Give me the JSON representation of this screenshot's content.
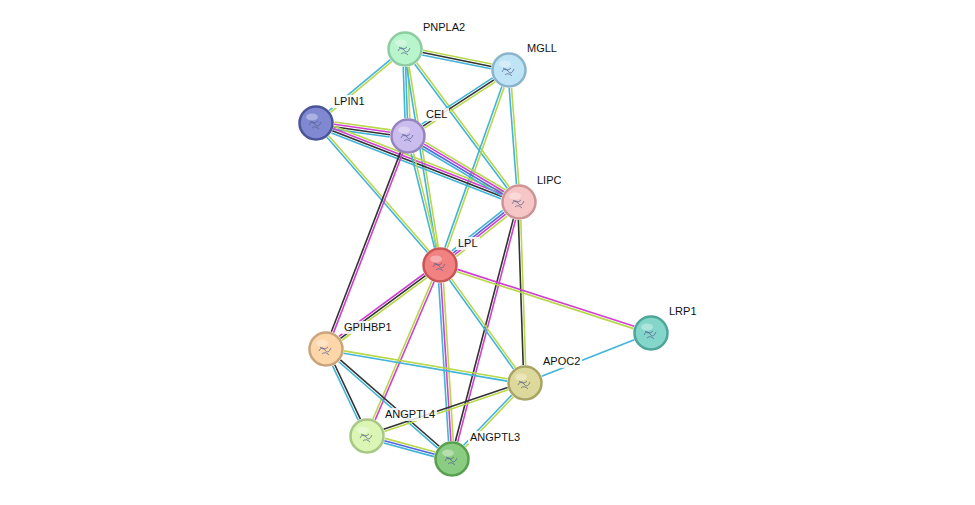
{
  "diagram": {
    "nodes": [
      {
        "text": [
          "PNPLA2"
        ]
      },
      {
        "text": [
          "MGLL"
        ]
      },
      {
        "text": [
          "LPIN1"
        ]
      },
      {
        "text": [
          "CEL"
        ]
      },
      {
        "text": [
          "LIPC"
        ]
      },
      {
        "text": [
          "LPL"
        ]
      },
      {
        "text": [
          "LRP1"
        ]
      },
      {
        "text": [
          "GPIHBP1"
        ]
      },
      {
        "text": [
          "APOC2"
        ]
      },
      {
        "text": [
          "ANGPTL4"
        ]
      },
      {
        "text": [
          "ANGPTL3"
        ]
      }
    ],
    "edges": [
      {
        "from": 0,
        "to": 1,
        "arrow": "none"
      },
      {
        "from": 0,
        "to": 2,
        "arrow": "none"
      },
      {
        "from": 0,
        "to": 3,
        "arrow": "none"
      },
      {
        "from": 0,
        "to": 4,
        "arrow": "none"
      },
      {
        "from": 0,
        "to": 5,
        "arrow": "none"
      },
      {
        "from": 1,
        "to": 3,
        "arrow": "none"
      },
      {
        "from": 1,
        "to": 4,
        "arrow": "none"
      },
      {
        "from": 1,
        "to": 5,
        "arrow": "none"
      },
      {
        "from": 2,
        "to": 3,
        "arrow": "none"
      },
      {
        "from": 2,
        "to": 4,
        "arrow": "none"
      },
      {
        "from": 2,
        "to": 5,
        "arrow": "none"
      },
      {
        "from": 3,
        "to": 4,
        "arrow": "none"
      },
      {
        "from": 3,
        "to": 5,
        "arrow": "none"
      },
      {
        "from": 3,
        "to": 7,
        "arrow": "none"
      },
      {
        "from": 4,
        "to": 5,
        "arrow": "none"
      },
      {
        "from": 4,
        "to": 8,
        "arrow": "none"
      },
      {
        "from": 4,
        "to": 10,
        "arrow": "none"
      },
      {
        "from": 5,
        "to": 6,
        "arrow": "none"
      },
      {
        "from": 5,
        "to": 7,
        "arrow": "none"
      },
      {
        "from": 5,
        "to": 8,
        "arrow": "none"
      },
      {
        "from": 5,
        "to": 9,
        "arrow": "none"
      },
      {
        "from": 5,
        "to": 10,
        "arrow": "none"
      },
      {
        "from": 6,
        "to": 8,
        "arrow": "none"
      },
      {
        "from": 7,
        "to": 8,
        "arrow": "none"
      },
      {
        "from": 7,
        "to": 9,
        "arrow": "none"
      },
      {
        "from": 7,
        "to": 10,
        "arrow": "none"
      },
      {
        "from": 8,
        "to": 9,
        "arrow": "none"
      },
      {
        "from": 8,
        "to": 10,
        "arrow": "none"
      },
      {
        "from": 9,
        "to": 10,
        "arrow": "none"
      }
    ]
  }
}
